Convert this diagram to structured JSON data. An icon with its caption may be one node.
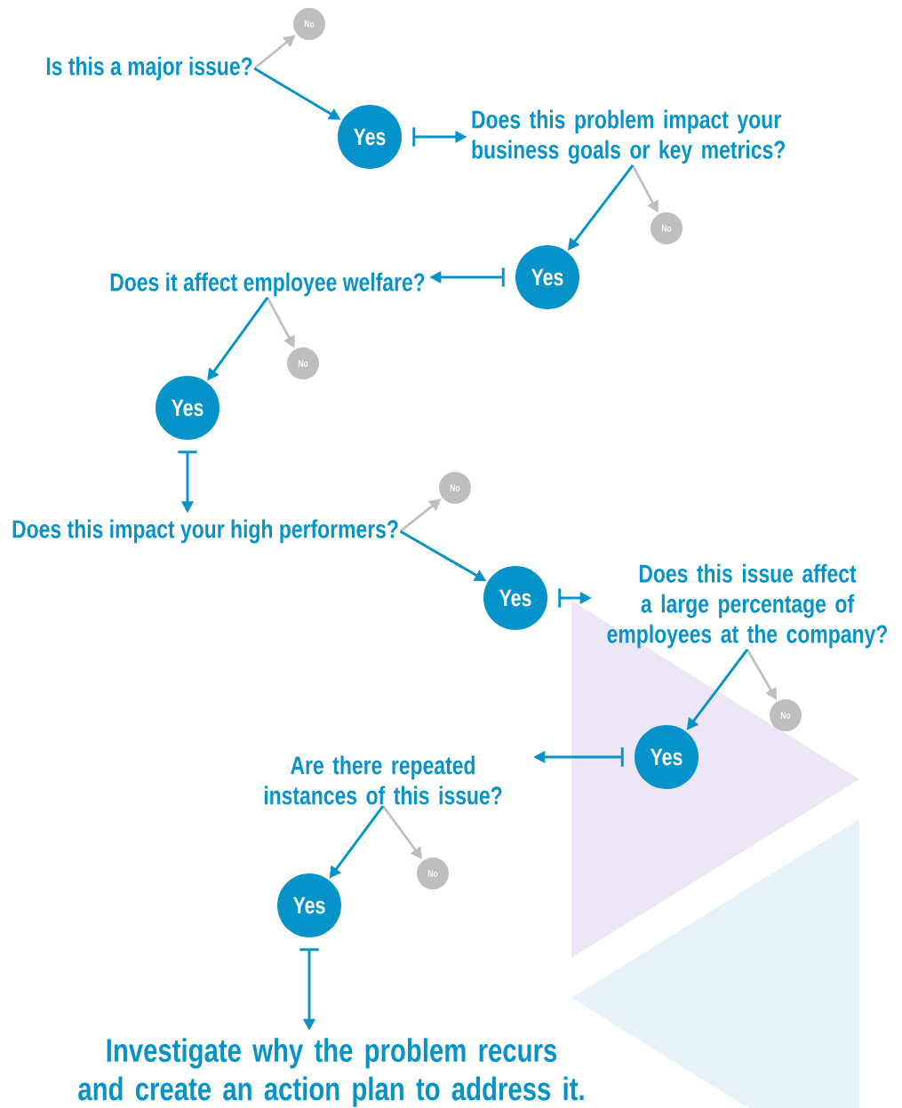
{
  "diagram": {
    "nodes": [
      {
        "text": [
          "Is this a major issue?"
        ]
      },
      {
        "text": [
          "No"
        ]
      },
      {
        "text": [
          "Yes"
        ]
      },
      {
        "text": [
          "Does this problem impact your business goals or key metrics?"
        ]
      },
      {
        "text": [
          "No"
        ]
      },
      {
        "text": [
          "Yes"
        ]
      },
      {
        "text": [
          "Does it affect employee welfare?"
        ]
      },
      {
        "text": [
          "No"
        ]
      },
      {
        "text": [
          "Yes"
        ]
      },
      {
        "text": [
          "Does this impact your high performers?"
        ]
      },
      {
        "text": [
          "No"
        ]
      },
      {
        "text": [
          "Yes"
        ]
      },
      {
        "text": [
          "Does this issue affect a large percentage of employees at the company?"
        ]
      },
      {
        "text": [
          "No"
        ]
      },
      {
        "text": [
          "Yes"
        ]
      },
      {
        "text": [
          "Are there repeated instances of this issue?"
        ]
      },
      {
        "text": [
          "No"
        ]
      },
      {
        "text": [
          "Yes"
        ]
      },
      {
        "text": [
          "Investigate why the problem recurs and create an action plan to address it."
        ]
      }
    ],
    "edges": [
      {
        "from": 0,
        "to": 1,
        "arrow": "to",
        "color": "#bcbec0"
      },
      {
        "from": 0,
        "to": 2,
        "arrow": "to"
      },
      {
        "from": 2,
        "to": 3,
        "arrow": "to"
      },
      {
        "from": 3,
        "to": 4,
        "arrow": "to",
        "color": "#bcbec0"
      },
      {
        "from": 3,
        "to": 5,
        "arrow": "to"
      },
      {
        "from": 5,
        "to": 6,
        "arrow": "to"
      },
      {
        "from": 6,
        "to": 7,
        "arrow": "to",
        "color": "#bcbec0"
      },
      {
        "from": 6,
        "to": 8,
        "arrow": "to"
      },
      {
        "from": 8,
        "to": 9,
        "arrow": "to"
      },
      {
        "from": 9,
        "to": 10,
        "arrow": "to",
        "color": "#bcbec0"
      },
      {
        "from": 9,
        "to": 11,
        "arrow": "to"
      },
      {
        "from": 11,
        "to": 12,
        "arrow": "to"
      },
      {
        "from": 12,
        "to": 13,
        "arrow": "to",
        "color": "#bcbec0"
      },
      {
        "from": 12,
        "to": 14,
        "arrow": "to"
      },
      {
        "from": 14,
        "to": 15,
        "arrow": "to"
      },
      {
        "from": 15,
        "to": 16,
        "arrow": "to",
        "color": "#bcbec0"
      },
      {
        "from": 15,
        "to": 17,
        "arrow": "to"
      },
      {
        "from": 17,
        "to": 18,
        "arrow": "to"
      }
    ]
  }
}
